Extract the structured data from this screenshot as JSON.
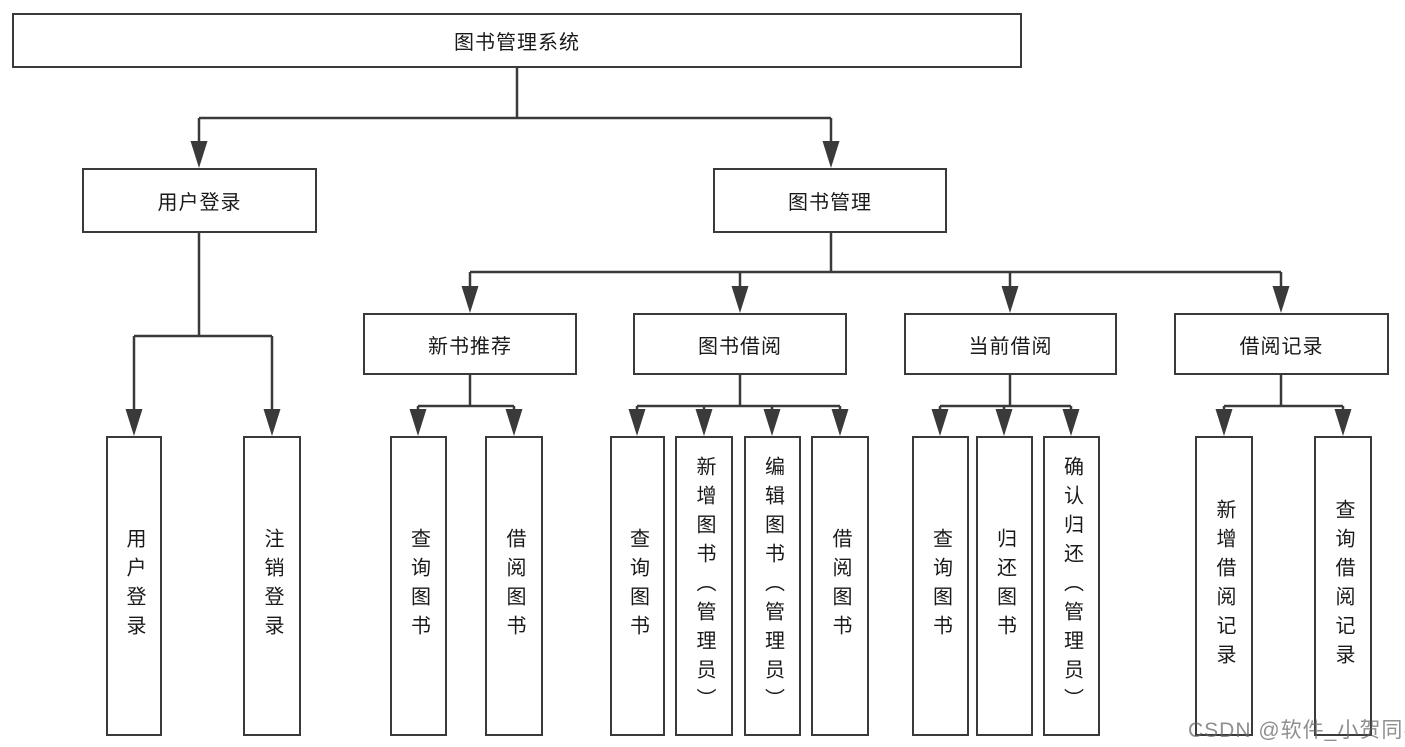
{
  "diagram": {
    "root": "图书管理系统",
    "login": {
      "label": "用户登录",
      "children": [
        "用户登录",
        "注销登录"
      ]
    },
    "mgmt": {
      "label": "图书管理"
    },
    "recommend": {
      "label": "新书推荐",
      "children": [
        "查询图书",
        "借阅图书"
      ]
    },
    "borrow": {
      "label": "图书借阅",
      "children": [
        "查询图书",
        "新增图书（管理员）",
        "编辑图书（管理员）",
        "借阅图书"
      ]
    },
    "current": {
      "label": "当前借阅",
      "children": [
        "查询图书",
        "归还图书",
        "确认归还（管理员）"
      ]
    },
    "records": {
      "label": "借阅记录",
      "children": [
        "新增借阅记录",
        "查询借阅记录"
      ]
    },
    "watermark": "CSDN @软件_小贺同学",
    "line_color": "#3a3a3a"
  }
}
